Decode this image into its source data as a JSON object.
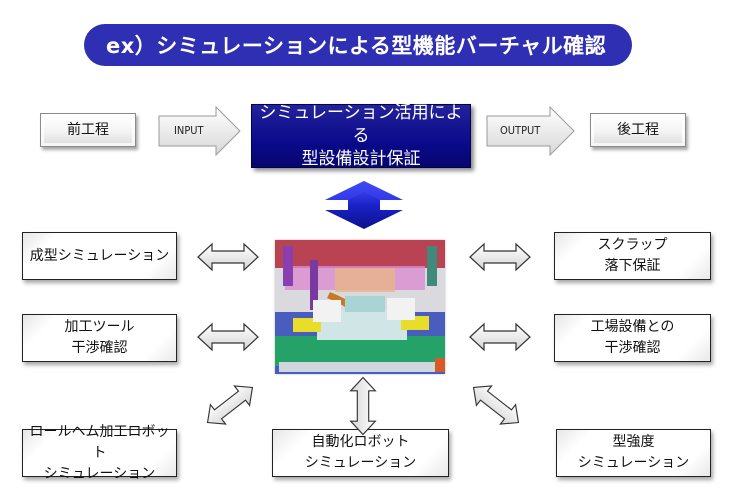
{
  "title": "ex）シミュレーションによる型機能バーチャル確認",
  "flow": {
    "pre_process": "前工程",
    "input_label": "INPUT",
    "center_line1": "シミュレーション活用による",
    "center_line2": "型設備設計保証",
    "output_label": "OUTPUT",
    "post_process": "後工程"
  },
  "center_image": {
    "description": "3D press die simulation model",
    "icon": "die-model-image"
  },
  "left_items": [
    {
      "lines": [
        "成型シミュレーション"
      ]
    },
    {
      "lines": [
        "加工ツール",
        "干渉確認"
      ]
    }
  ],
  "right_items": [
    {
      "lines": [
        "スクラップ",
        "落下保証"
      ]
    },
    {
      "lines": [
        "工場設備との",
        "干渉確認"
      ]
    }
  ],
  "bottom_items": [
    {
      "lines": [
        "ロールヘム加工ロボット",
        "シミュレーション"
      ]
    },
    {
      "lines": [
        "自動化ロボット",
        "シミュレーション"
      ]
    },
    {
      "lines": [
        "型強度",
        "シミュレーション"
      ]
    }
  ],
  "colors": {
    "title_bg": "#2e2fb2",
    "center_bg": "#0a0a8c",
    "up_down_arrow": "#1f25c8"
  }
}
